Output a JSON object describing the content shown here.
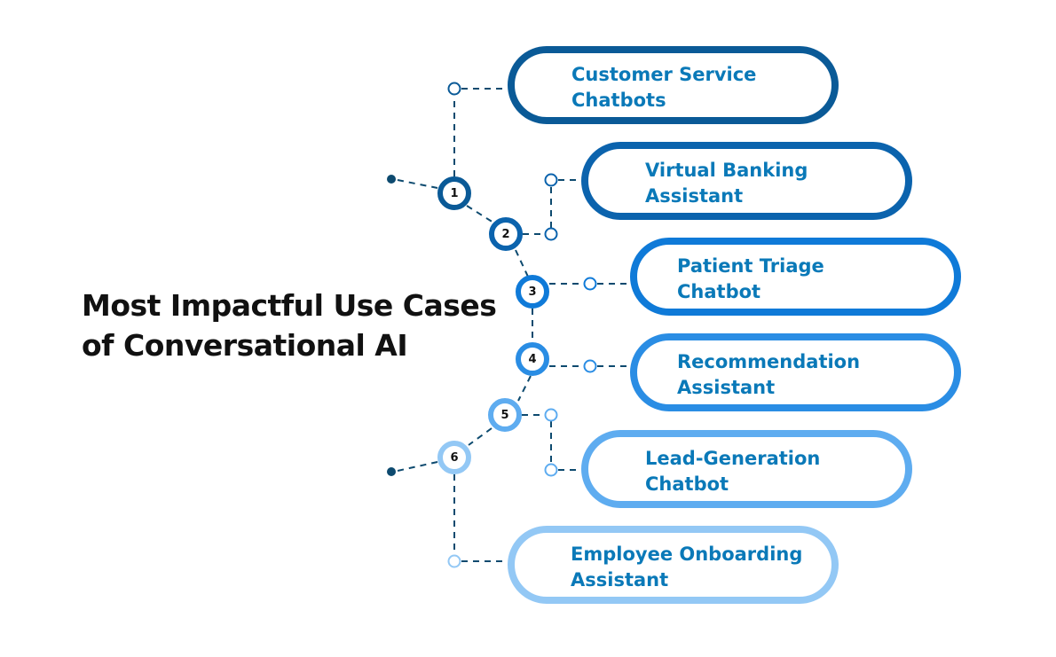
{
  "title": "Most Impactful Use Cases of Conversational AI",
  "title_lines": [
    "Most Impactful Use Cases",
    "of Conversational AI"
  ],
  "colors": {
    "title_text": "#111111",
    "item_text": "#0a79b8",
    "connector_dark": "#0d4a6f",
    "start_dot": "#0d4a6f"
  },
  "use_cases": [
    {
      "number": "1",
      "line1": "Customer Service",
      "line2": "Chatbots",
      "color": "#0a5a97"
    },
    {
      "number": "2",
      "line1": "Virtual Banking",
      "line2": "Assistant",
      "color": "#0b63ad"
    },
    {
      "number": "3",
      "line1": "Patient Triage",
      "line2": "Chatbot",
      "color": "#0f7ad8"
    },
    {
      "number": "4",
      "line1": "Recommendation",
      "line2": "Assistant",
      "color": "#2a8de4"
    },
    {
      "number": "5",
      "line1": "Lead-Generation",
      "line2": "Chatbot",
      "color": "#5eacf0"
    },
    {
      "number": "6",
      "line1": "Employee Onboarding",
      "line2": "Assistant",
      "color": "#93c8f5"
    }
  ]
}
